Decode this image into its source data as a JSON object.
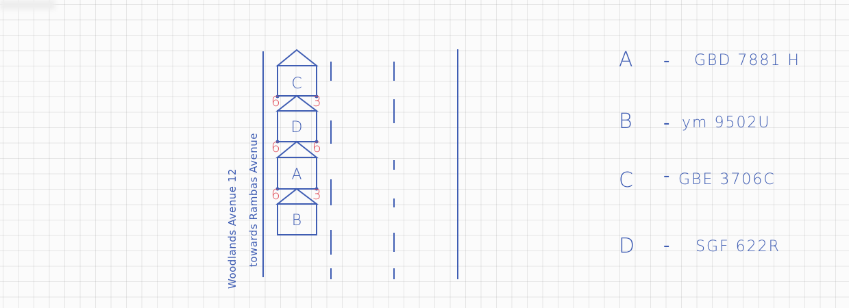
{
  "road_labels": {
    "main": "Woodlands Avenue 12",
    "direction": "towards Rambas Avenue"
  },
  "vehicles": [
    {
      "label": "C",
      "left_mark": "6",
      "right_mark": "3"
    },
    {
      "label": "D",
      "left_mark": "6",
      "right_mark": "6"
    },
    {
      "label": "A",
      "left_mark": "6",
      "right_mark": "3"
    },
    {
      "label": "B"
    }
  ],
  "legend": [
    {
      "letter": "A",
      "dash": "-",
      "plate": "GBD 7881 H"
    },
    {
      "letter": "B",
      "dash": "-",
      "plate": "ym 9502U"
    },
    {
      "letter": "C",
      "dash": "-",
      "plate": "GBE 3706C"
    },
    {
      "letter": "D",
      "dash": "-",
      "plate": "SGF 622R"
    }
  ],
  "colors": {
    "ink": "#3f5db3",
    "red_ink": "#e0505c",
    "grid": "#9a9a9a",
    "paper": "#fbfbfb"
  }
}
